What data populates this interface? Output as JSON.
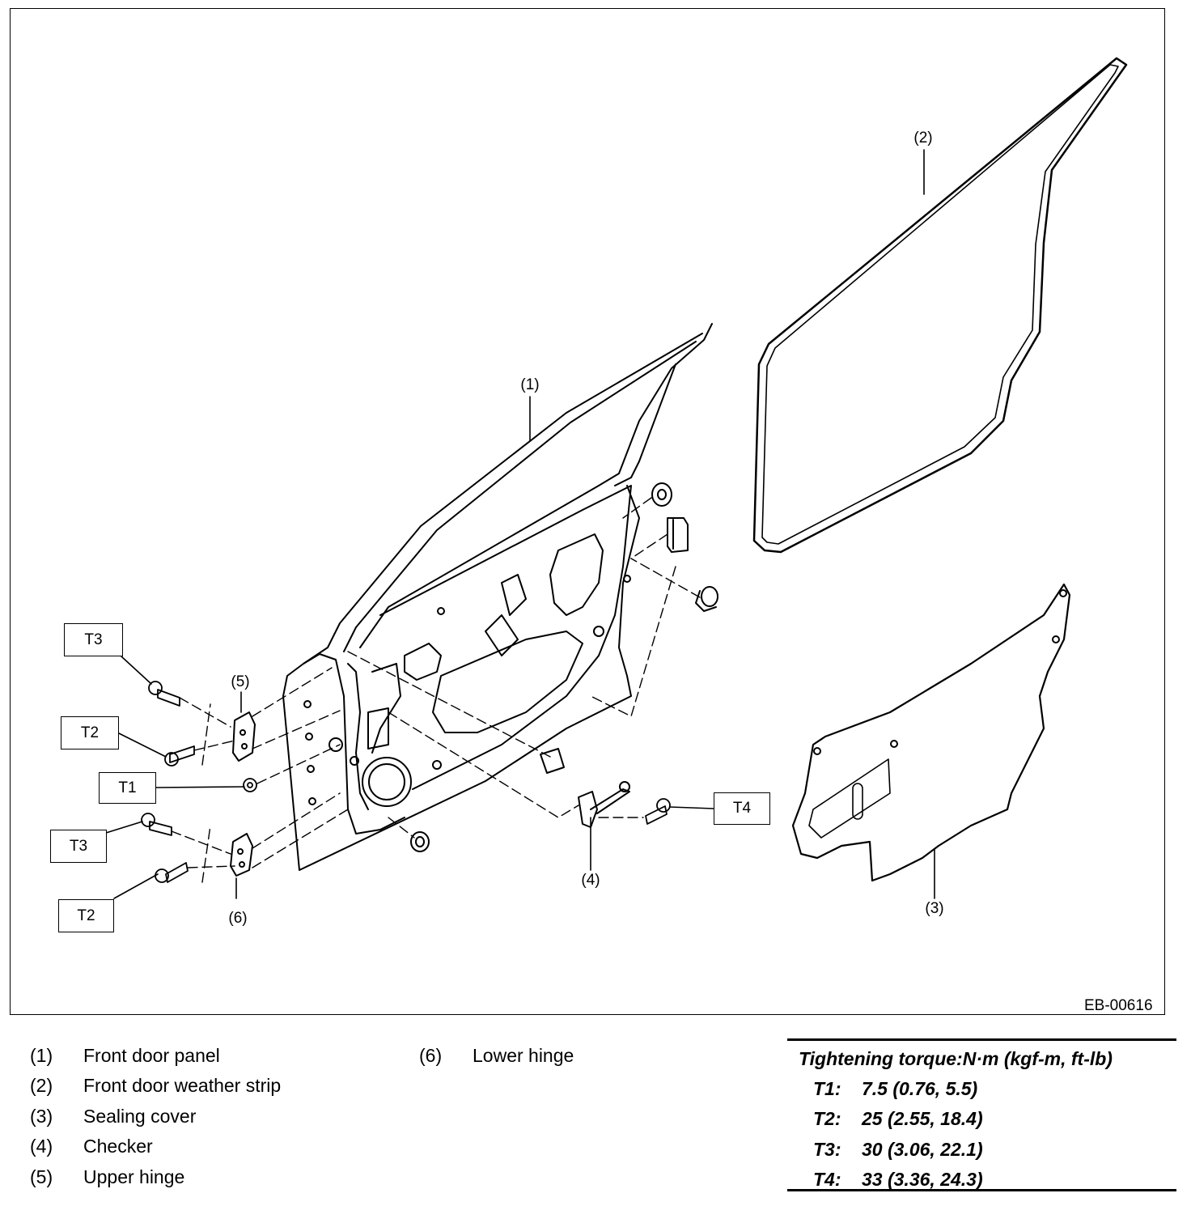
{
  "figure": {
    "figure_id": "EB-00616",
    "callouts": [
      "(1)",
      "(2)",
      "(3)",
      "(4)",
      "(5)",
      "(6)"
    ],
    "torque_tags": [
      "T3",
      "T2",
      "T1",
      "T3",
      "T2",
      "T4"
    ]
  },
  "legend": {
    "items": [
      {
        "num": "(1)",
        "name": "Front door panel"
      },
      {
        "num": "(2)",
        "name": "Front door weather strip"
      },
      {
        "num": "(3)",
        "name": "Sealing cover"
      },
      {
        "num": "(4)",
        "name": "Checker"
      },
      {
        "num": "(5)",
        "name": "Upper hinge"
      },
      {
        "num": "(6)",
        "name": "Lower hinge"
      }
    ]
  },
  "torque": {
    "heading": "Tightening torque:N·m (kgf-m, ft-lb)",
    "rows": [
      {
        "key": "T1:",
        "value": "7.5 (0.76, 5.5)"
      },
      {
        "key": "T2:",
        "value": "25 (2.55, 18.4)"
      },
      {
        "key": "T3:",
        "value": "30 (3.06, 22.1)"
      },
      {
        "key": "T4:",
        "value": "33 (3.36, 24.3)"
      }
    ]
  }
}
